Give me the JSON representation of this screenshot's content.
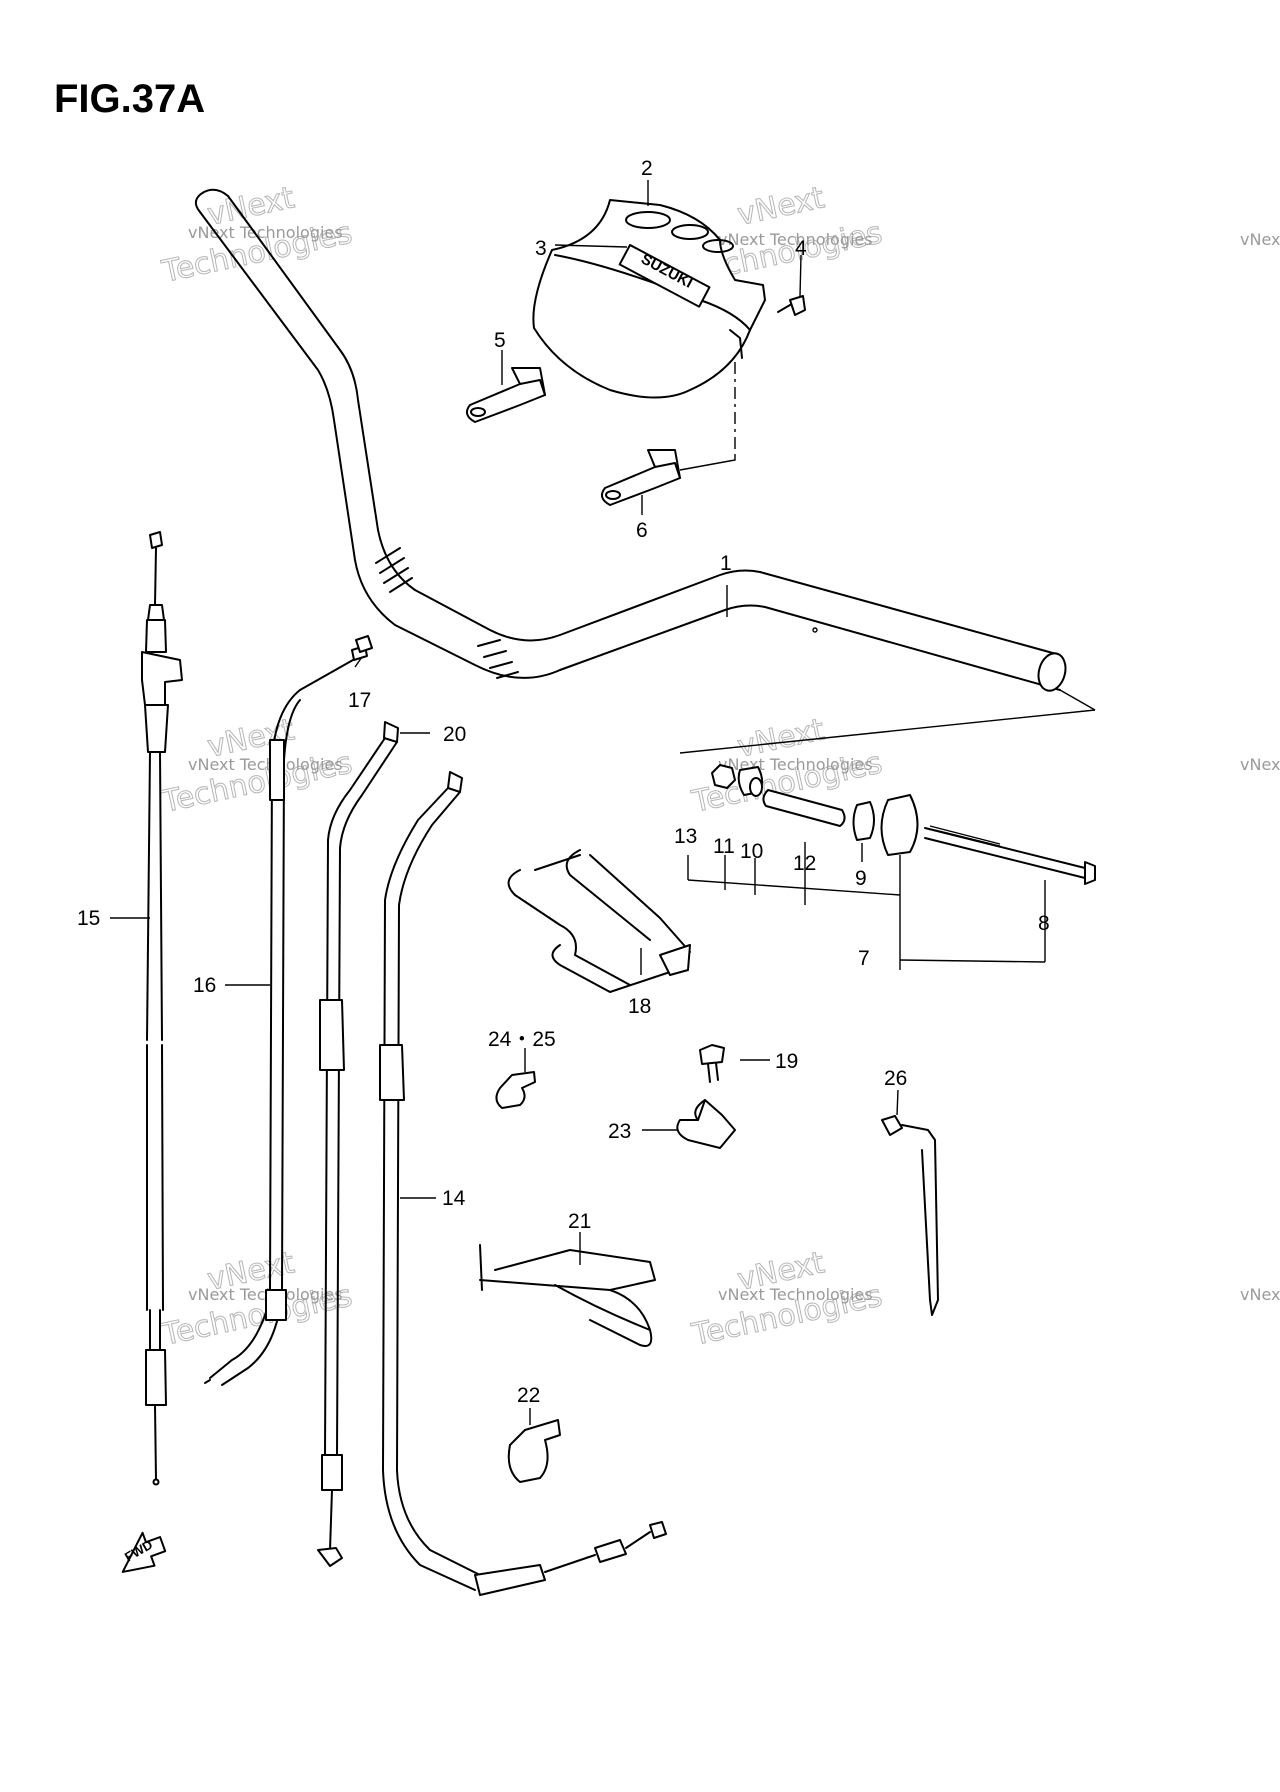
{
  "title": "FIG.37A",
  "watermark": {
    "small": "vNext Technologies",
    "large_top": "vNext",
    "large_bottom": "Technologies"
  },
  "brand_label": "SUZUKI",
  "fwd_label": "FWD",
  "callouts": [
    {
      "id": "c2",
      "text": "2"
    },
    {
      "id": "c3",
      "text": "3"
    },
    {
      "id": "c4",
      "text": "4"
    },
    {
      "id": "c5",
      "text": "5"
    },
    {
      "id": "c6",
      "text": "6"
    },
    {
      "id": "c1",
      "text": "1"
    },
    {
      "id": "c17",
      "text": "17"
    },
    {
      "id": "c20",
      "text": "20"
    },
    {
      "id": "c13",
      "text": "13"
    },
    {
      "id": "c11",
      "text": "11"
    },
    {
      "id": "c10",
      "text": "10"
    },
    {
      "id": "c12",
      "text": "12"
    },
    {
      "id": "c9",
      "text": "9"
    },
    {
      "id": "c8",
      "text": "8"
    },
    {
      "id": "c7",
      "text": "7"
    },
    {
      "id": "c15",
      "text": "15"
    },
    {
      "id": "c16",
      "text": "16"
    },
    {
      "id": "c18",
      "text": "18"
    },
    {
      "id": "c24",
      "text": "24・25"
    },
    {
      "id": "c19",
      "text": "19"
    },
    {
      "id": "c26",
      "text": "26"
    },
    {
      "id": "c23",
      "text": "23"
    },
    {
      "id": "c14",
      "text": "14"
    },
    {
      "id": "c21",
      "text": "21"
    },
    {
      "id": "c22",
      "text": "22"
    }
  ]
}
